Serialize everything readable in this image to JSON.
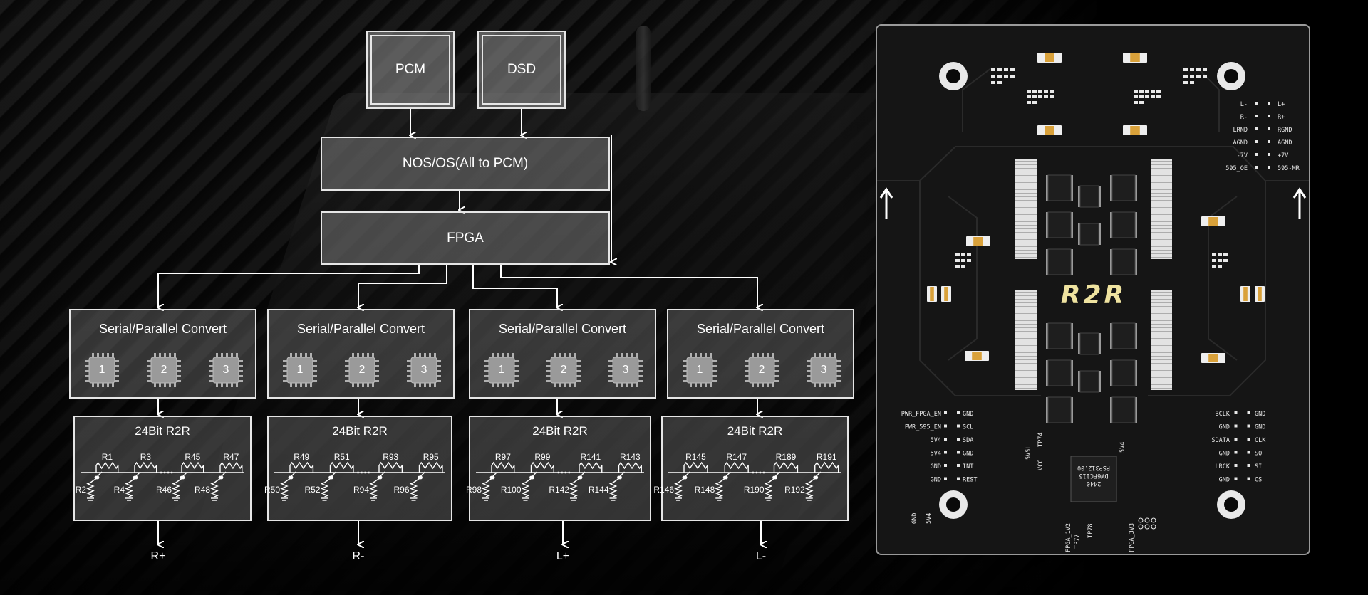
{
  "diagram": {
    "inputs": {
      "pcm": "PCM",
      "dsd": "DSD"
    },
    "nos_os": "NOS/OS(All to PCM)",
    "fpga": "FPGA",
    "converters": [
      {
        "title": "Serial/Parallel Convert",
        "chips": [
          "1",
          "2",
          "3"
        ]
      },
      {
        "title": "Serial/Parallel Convert",
        "chips": [
          "1",
          "2",
          "3"
        ]
      },
      {
        "title": "Serial/Parallel Convert",
        "chips": [
          "1",
          "2",
          "3"
        ]
      },
      {
        "title": "Serial/Parallel Convert",
        "chips": [
          "1",
          "2",
          "3"
        ]
      }
    ],
    "r2r": [
      {
        "title": "24Bit R2R",
        "top": [
          "R1",
          "R3",
          "R45",
          "R47"
        ],
        "bottom": [
          "R2",
          "R4",
          "R46",
          "R48"
        ],
        "output": "R+"
      },
      {
        "title": "24Bit R2R",
        "top": [
          "R49",
          "R51",
          "R93",
          "R95"
        ],
        "bottom": [
          "R50",
          "R52",
          "R94",
          "R96"
        ],
        "output": "R-"
      },
      {
        "title": "24Bit R2R",
        "top": [
          "R97",
          "R99",
          "R141",
          "R143"
        ],
        "bottom": [
          "R98",
          "R100",
          "R142",
          "R144"
        ],
        "output": "L+"
      },
      {
        "title": "24Bit R2R",
        "top": [
          "R145",
          "R147",
          "R189",
          "R191"
        ],
        "bottom": [
          "R146",
          "R148",
          "R190",
          "R192"
        ],
        "output": "L-"
      }
    ]
  },
  "pcb": {
    "logo": "R2R",
    "pins_top_right": [
      [
        "L-",
        "L+"
      ],
      [
        "R-",
        "R+"
      ],
      [
        "LRND",
        "RGND"
      ],
      [
        "AGND",
        "AGND"
      ],
      [
        "-7V",
        "+7V"
      ],
      [
        "595_OE",
        "595-MR"
      ]
    ],
    "pins_left": [
      [
        "PWR_FPGA_EN",
        "GND"
      ],
      [
        "PWR_595_EN",
        "SCL"
      ],
      [
        "5V4",
        "SDA"
      ],
      [
        "5V4",
        "GND"
      ],
      [
        "GND",
        "INT"
      ],
      [
        "GND",
        "REST"
      ]
    ],
    "pins_right": [
      [
        "BCLK",
        "GND"
      ],
      [
        "GND",
        "GND"
      ],
      [
        "SDATA",
        "CLK"
      ],
      [
        "GND",
        "SO"
      ],
      [
        "LRCK",
        "SI"
      ],
      [
        "GND",
        "CS"
      ]
    ],
    "bottom_labels": [
      "GND",
      "5V4",
      "5V5L",
      "VCC",
      "5V4",
      "TP74",
      "FPGA_1V2",
      "FPGA_3V3",
      "TP78",
      "TP77"
    ],
    "chip_markings": [
      "PSP312.00",
      "DW6FC115",
      "2440"
    ],
    "colors": {
      "board": "#151515",
      "logo": "#efe3a0",
      "cap": "#d9a13a",
      "silk": "#e8e8e8"
    }
  }
}
